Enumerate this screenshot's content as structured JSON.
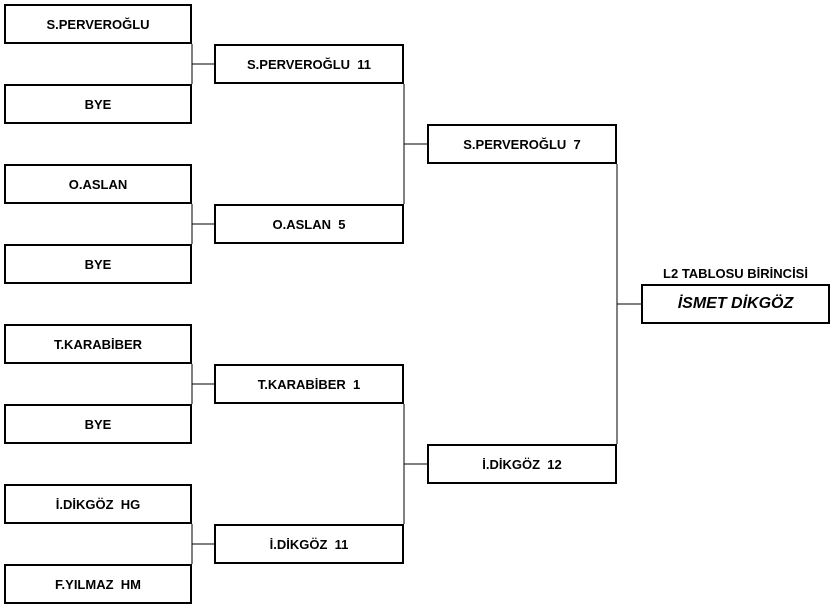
{
  "round1": [
    "S.PERVEROĞLU",
    "BYE",
    "O.ASLAN",
    "BYE",
    "T.KARABİBER",
    "BYE",
    "İ.DİKGÖZ  HG",
    "F.YILMAZ  HM"
  ],
  "round2": [
    "S.PERVEROĞLU  11",
    "O.ASLAN  5",
    "T.KARABİBER  1",
    "İ.DİKGÖZ  11"
  ],
  "round3": [
    "S.PERVEROĞLU  7",
    "İ.DİKGÖZ  12"
  ],
  "winner": {
    "title": "L2 TABLOSU BİRİNCİSİ",
    "name": "İSMET DİKGÖZ"
  }
}
